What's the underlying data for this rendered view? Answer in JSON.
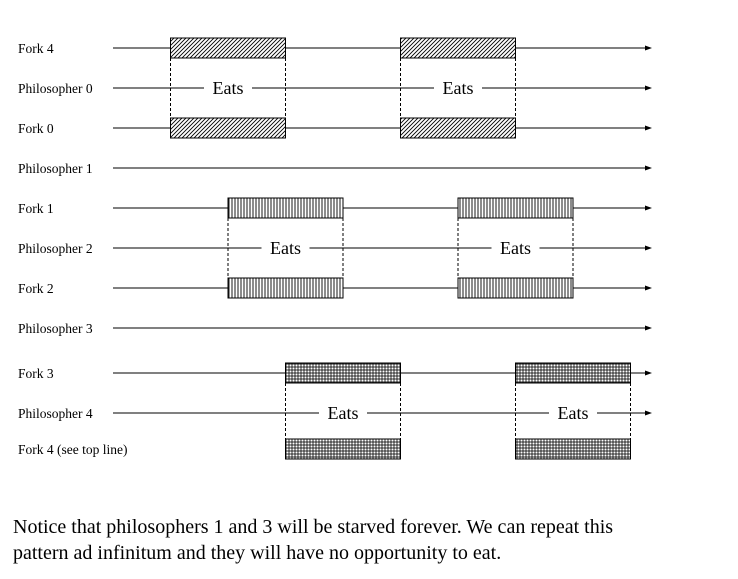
{
  "rows": [
    {
      "label": "Fork 4",
      "arrow": true
    },
    {
      "label": "Philosopher 0",
      "arrow": true
    },
    {
      "label": "Fork 0",
      "arrow": true
    },
    {
      "label": "Philosopher 1",
      "arrow": true
    },
    {
      "label": "Fork 1",
      "arrow": true
    },
    {
      "label": "Philosopher 2",
      "arrow": true
    },
    {
      "label": "Fork 2",
      "arrow": true
    },
    {
      "label": "Philosopher 3",
      "arrow": true
    },
    {
      "label": "Fork 3",
      "arrow": true
    },
    {
      "label": "Philosopher 4",
      "arrow": true
    },
    {
      "label": "Fork 4 (see top line)",
      "arrow": false
    }
  ],
  "eats_label": "Eats",
  "eating_periods": [
    {
      "philosopher": 0,
      "periods": [
        [
          1,
          3
        ],
        [
          5,
          7
        ]
      ],
      "fork_pattern": "diagonal"
    },
    {
      "philosopher": 2,
      "periods": [
        [
          2,
          4
        ],
        [
          6,
          8
        ]
      ],
      "fork_pattern": "vertical"
    },
    {
      "philosopher": 4,
      "periods": [
        [
          3,
          5
        ],
        [
          7,
          9
        ]
      ],
      "fork_pattern": "grid"
    }
  ],
  "caption": {
    "line1": "Notice that philosophers 1 and 3 will be starved forever. We can repeat this",
    "line2": "pattern ad infinitum and they will have no opportunity to eat."
  }
}
